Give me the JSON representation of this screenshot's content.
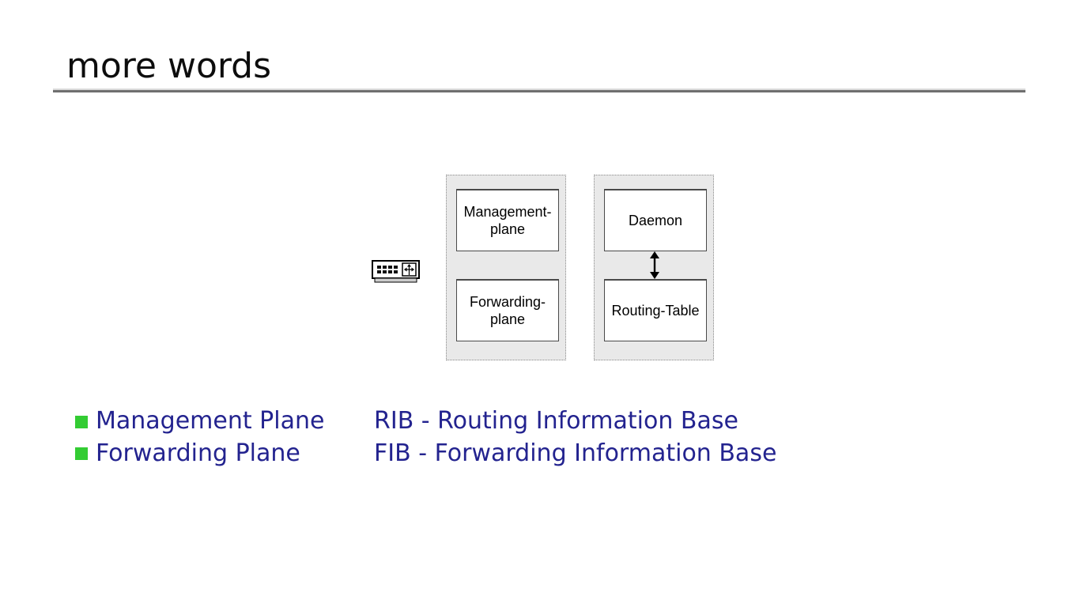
{
  "slide": {
    "title": "more words"
  },
  "diagram": {
    "left_group": {
      "boxes": [
        {
          "line1": "Management-",
          "line2": "plane"
        },
        {
          "line1": "Forwarding-",
          "line2": "plane"
        }
      ]
    },
    "right_group": {
      "boxes": [
        {
          "line1": "Daemon"
        },
        {
          "line1": "Routing-Table"
        }
      ]
    },
    "icons": {
      "router": "router-device-icon",
      "arrow": "bidirectional-arrow-icon"
    }
  },
  "bullets": [
    {
      "label": "Management Plane"
    },
    {
      "label": "Forwarding Plane"
    }
  ],
  "definitions": [
    {
      "text": "RIB - Routing Information Base"
    },
    {
      "text": "FIB - Forwarding Information Base"
    }
  ],
  "colors": {
    "bullet_green": "#33cc33",
    "body_text_navy": "#23238f",
    "title_black": "#0d0d0d",
    "group_fill": "#e9e9e9",
    "group_border": "#8c8c8c",
    "underline_dark_gray": "#6f6f6f",
    "underline_light_gray": "#d9d9d9",
    "box_border": "#4a4a4a"
  }
}
